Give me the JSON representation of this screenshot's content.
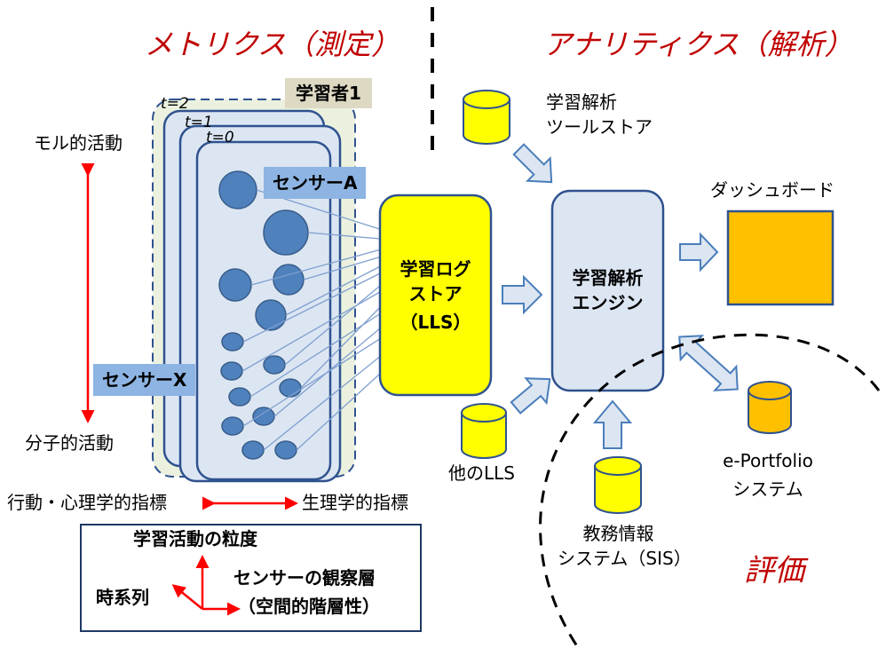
{
  "header": {
    "metrics_title": "メトリクス（測定）",
    "analytics_title": "アナリティクス（解析）"
  },
  "metrics": {
    "learner_label": "学習者1",
    "time_labels": [
      "t=2",
      "t=1",
      "t=0"
    ],
    "sensor_a": "センサーA",
    "sensor_x": "センサーX",
    "molar_activity": "モル的活動",
    "molecular_activity": "分子的活動",
    "behavioral_indicator": "行動・心理学的指標",
    "physiological_indicator": "生理学的指標"
  },
  "legend": {
    "granularity": "学習活動の粒度",
    "observation_layer": "センサーの観察層",
    "spatial_hierarchy": "（空間的階層性）",
    "time_series": "時系列"
  },
  "lls": {
    "line1": "学習ログ",
    "line2": "ストア",
    "line3": "（LLS）"
  },
  "analytics": {
    "tool_store_line1": "学習解析",
    "tool_store_line2": "ツールストア",
    "engine_line1": "学習解析",
    "engine_line2": "エンジン",
    "dashboard": "ダッシュボード",
    "other_lls": "他のLLS",
    "sis_line1": "教務情報",
    "sis_line2": "システム（SIS）",
    "eportfolio_line1": "e-Portfolio",
    "eportfolio_line2": "システム",
    "evaluation": "評価"
  },
  "colors": {
    "red_title": "#c00000",
    "sensor_fill": "#4f81bd",
    "sensor_stroke": "#385d8a",
    "card_fill": "#dce6f2",
    "card_stroke": "#2f528f",
    "learner_bg": "#ebf1de",
    "yellow": "#ffff00",
    "orange": "#ffc000",
    "engine_fill": "#dce6f2",
    "arrow_fill": "#dce6f2",
    "arrow_stroke": "#4a7ebb",
    "red_arrow": "#ff0000"
  }
}
